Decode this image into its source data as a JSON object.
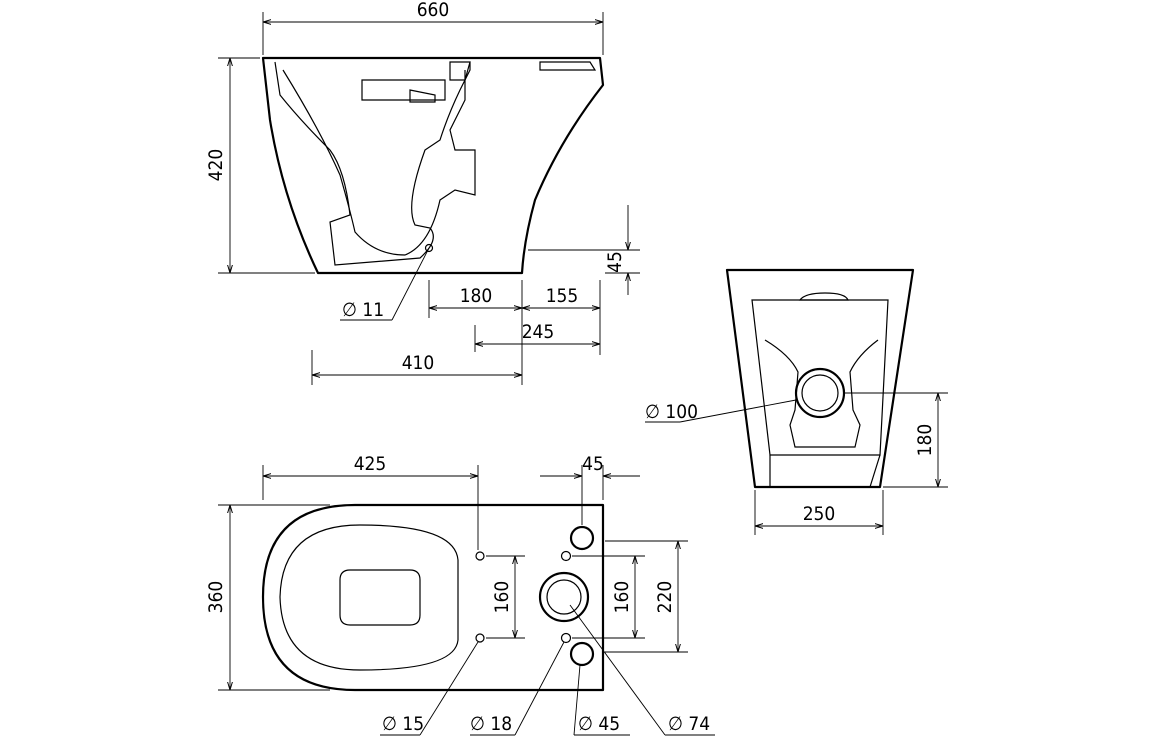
{
  "drawing": {
    "side_view": {
      "overall_length": "660",
      "height": "420",
      "outlet_height": "45",
      "small_hole": "∅ 11",
      "dim_180": "180",
      "dim_155": "155",
      "dim_245": "245",
      "dim_410": "410"
    },
    "rear_view": {
      "outlet": "∅ 100",
      "outlet_height": "180",
      "width": "250"
    },
    "top_view": {
      "length_425": "425",
      "dim_45": "45",
      "width": "360",
      "fixing_spacing_left": "160",
      "fixing_spacing_right": "160",
      "dim_220": "220",
      "hole_15": "∅ 15",
      "hole_18": "∅ 18",
      "hole_45": "∅ 45",
      "hole_74": "∅ 74"
    }
  },
  "colors": {
    "line": "#000000",
    "background": "#ffffff"
  }
}
